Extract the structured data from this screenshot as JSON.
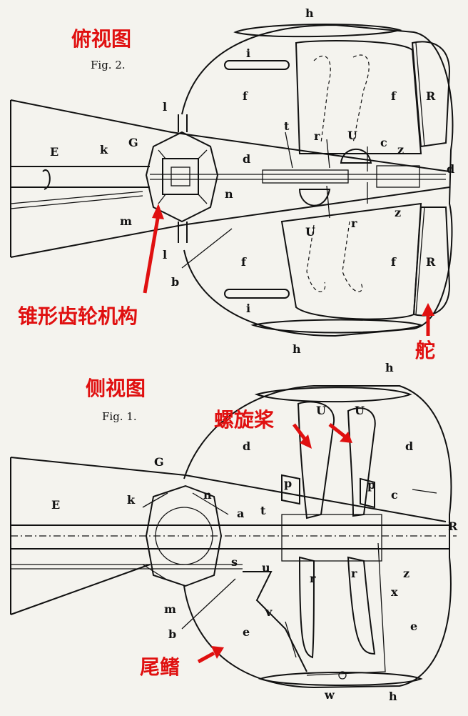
{
  "top_view": {
    "title": "俯视图",
    "figure_label": "Fig. 2.",
    "bevel_gear_caption": "锥形齿轮机构",
    "rudder_caption": "舵",
    "part_labels": [
      "h",
      "i",
      "f",
      "f",
      "R",
      "l",
      "G",
      "k",
      "E",
      "t",
      "r",
      "U",
      "c",
      "z",
      "d",
      "d",
      "m",
      "n",
      "z",
      "r",
      "U",
      "b",
      "l",
      "f",
      "f",
      "R",
      "i",
      "h"
    ]
  },
  "side_view": {
    "title": "侧视图",
    "figure_label": "Fig. 1.",
    "propeller_caption": "螺旋桨",
    "fin_caption": "尾鳍",
    "part_labels": [
      "h",
      "U",
      "U",
      "d",
      "d",
      "G",
      "k",
      "n",
      "p",
      "p",
      "c",
      "E",
      "a",
      "t",
      "R",
      "s",
      "u",
      "r",
      "r",
      "z",
      "x",
      "m",
      "v",
      "b",
      "e",
      "e",
      "w",
      "h"
    ]
  }
}
